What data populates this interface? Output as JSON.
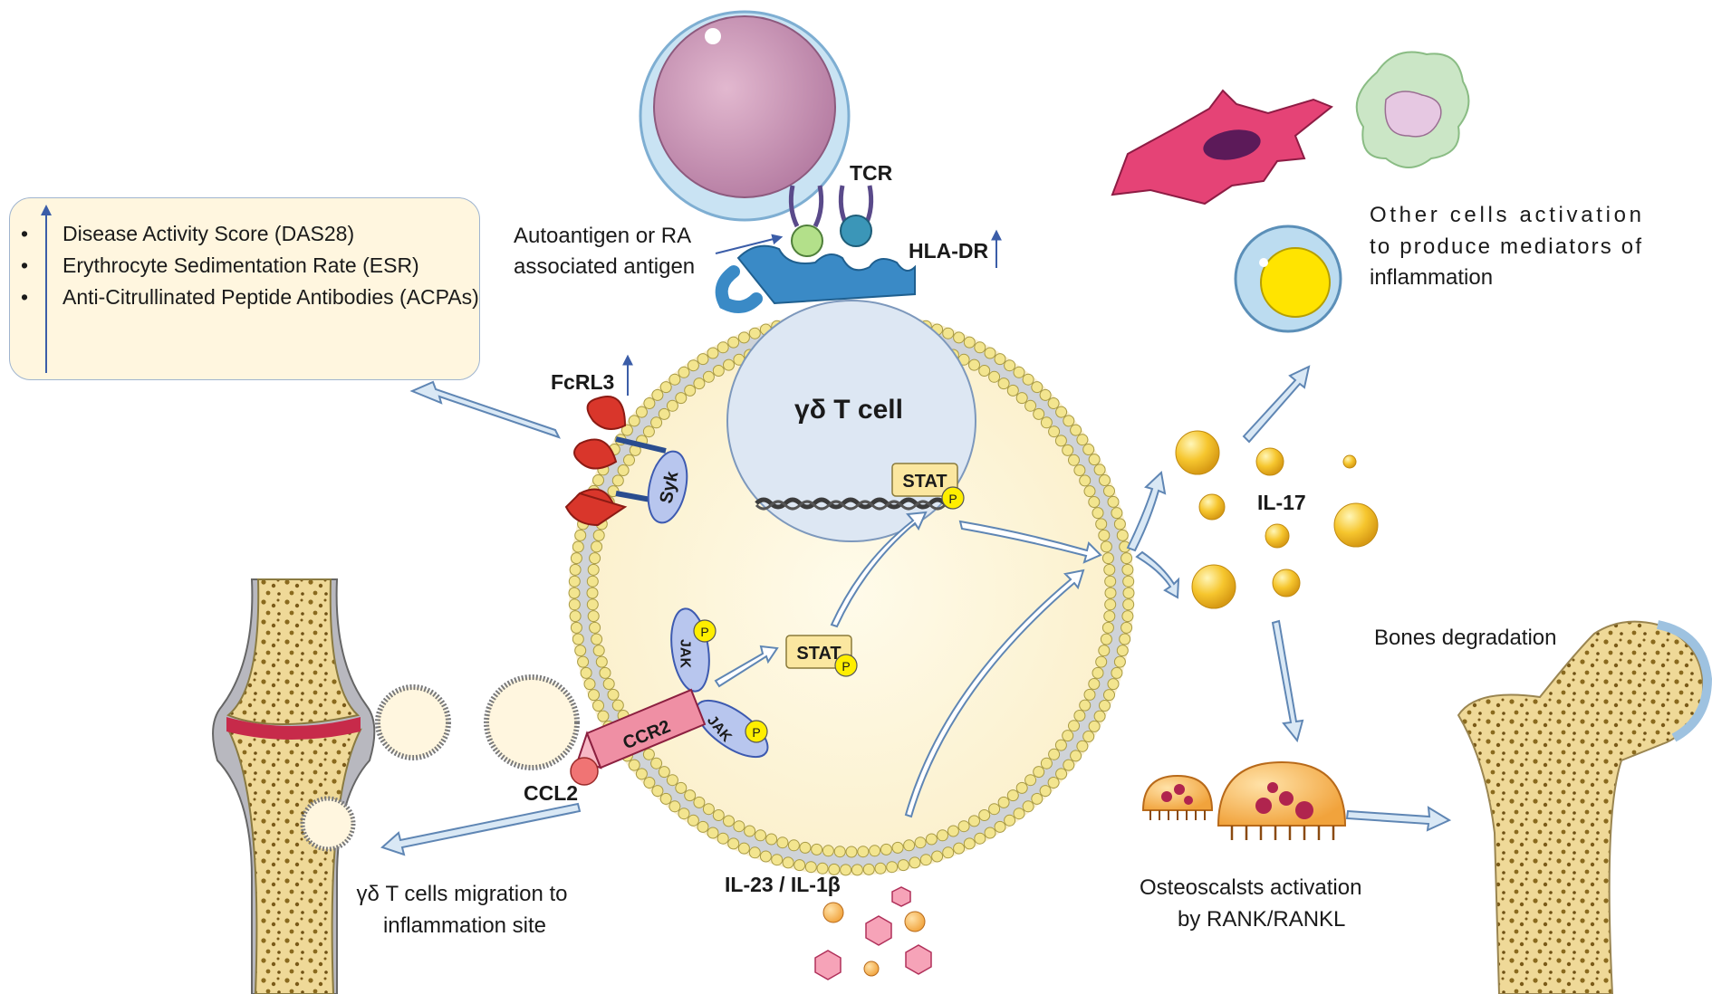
{
  "diagram": {
    "center_cell": "γδ T cell",
    "marker_list": [
      "Disease Activity Score (DAS28)",
      "Erythrocyte Sedimentation Rate (ESR)",
      "Anti-Citrullinated Peptide Antibodies (ACPAs)"
    ],
    "labels": {
      "tcr": "TCR",
      "hla_dr": "HLA-DR",
      "autoantigen_line1": "Autoantigen or RA",
      "autoantigen_line2": "associated antigen",
      "fcrl3": "FcRL3",
      "syk": "Syk",
      "stat_nucleus": "STAT",
      "stat_cytoplasm": "STAT",
      "phospho": "P",
      "jak": "JAK",
      "ccr2": "CCR2",
      "ccl2": "CCL2",
      "il23_il1b": "IL-23 / IL-1β",
      "il17": "IL-17",
      "migration_line1": "γδ T cells migration to",
      "migration_line2": "inflammation site",
      "other_cells_line1": "Other cells activation",
      "other_cells_line2": "to produce mediators of",
      "other_cells_line3": "inflammation",
      "bones_degradation": "Bones degradation",
      "osteoclast_line1": "Osteoscalsts activation",
      "osteoclast_line2": "by RANK/RANKL"
    },
    "colors": {
      "cell_fill": "#fdf6dc",
      "membrane_bead": "#f3e58f",
      "nucleus": "#dfe8f4",
      "arrow_fill": "#d9e8f5",
      "arrow_stroke": "#6a8fb8",
      "fcrl3": "#d9362b",
      "receptor_blue": "#3a8ac6",
      "ccr2": "#ef8fa4",
      "il17_particle": "#f5c02a",
      "bone": "#f2e4b3",
      "label_up_arrow": "#3b5da8"
    }
  }
}
